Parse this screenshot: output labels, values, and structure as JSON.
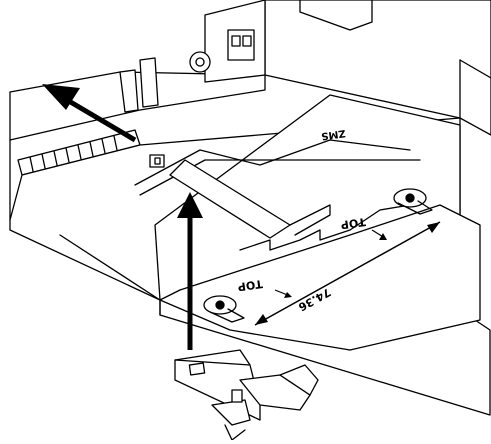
{
  "diagram": {
    "colors": {
      "line": "#000000",
      "fill": "#ffffff",
      "arrow": "#000000"
    },
    "labels": {
      "top_left": "TOP",
      "top_right": "TOP",
      "dimension": "74.36",
      "model_code": "ZMS"
    },
    "arrows": {
      "upper_left": "removal-direction-arrow",
      "lower": "insertion-direction-arrow"
    }
  }
}
